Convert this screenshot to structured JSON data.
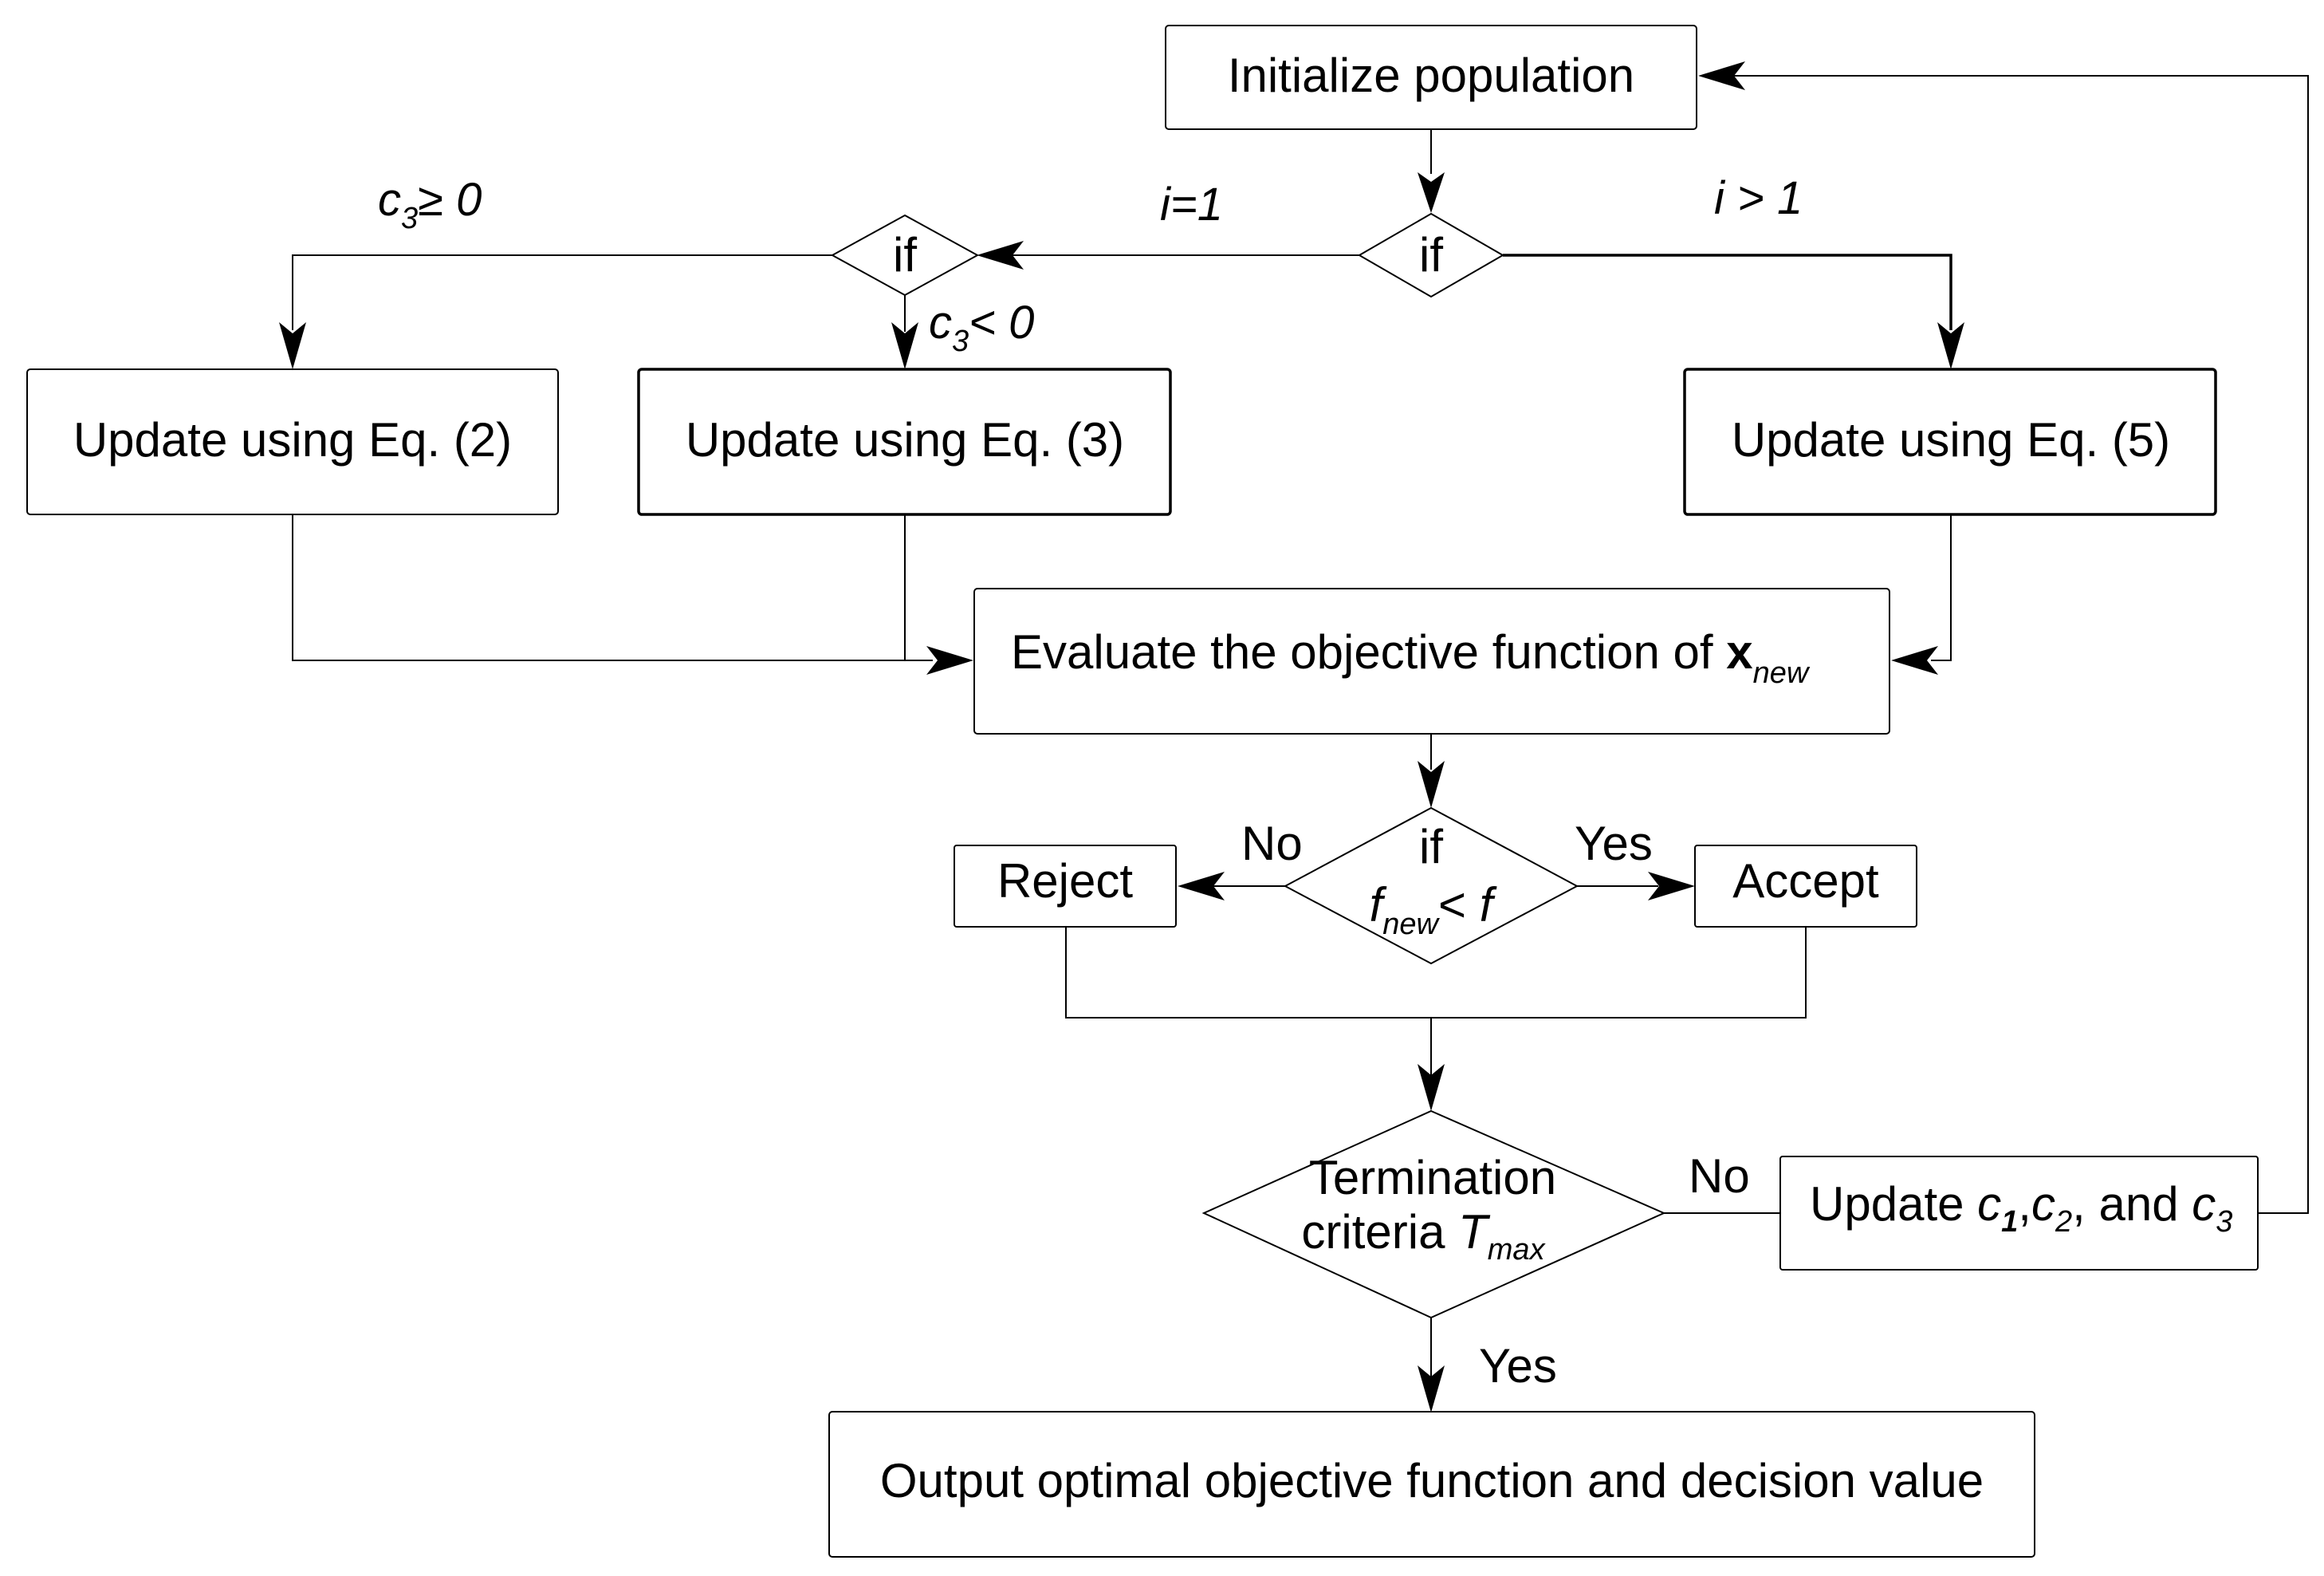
{
  "nodes": {
    "init": "Initialize population",
    "if_i": "if",
    "if_c3": "if",
    "upd2": "Update using Eq. (2)",
    "upd3": "Update using Eq. (3)",
    "upd5": "Update using Eq. (5)",
    "evaluate": {
      "text": "Evaluate the objective function of ",
      "var": "x",
      "sub": "new"
    },
    "if_f": {
      "line1": "if",
      "f1": "f",
      "sub": "new",
      "op": "< ",
      "f2": "f"
    },
    "reject": "Reject",
    "accept": "Accept",
    "termination": {
      "line1": "Termination",
      "line2": "criteria ",
      "var": "T",
      "sub": "max"
    },
    "update_c": {
      "text": "Update ",
      "c": "c",
      "s1": "1",
      "comma": ",",
      "s2": "2",
      "and": ", and ",
      "s3": "3"
    },
    "output": "Output optimal objective function and decision value"
  },
  "edges": {
    "i_eq_1": "i=1",
    "i_gt_1": "i > 1",
    "c3_ge": {
      "var": "c",
      "sub": "3",
      "rest": "≥ 0"
    },
    "c3_lt": {
      "var": "c",
      "sub": "3",
      "rest": "< 0"
    },
    "no_reject": "No",
    "yes_accept": "Yes",
    "no_loop": "No",
    "yes_output": "Yes"
  }
}
